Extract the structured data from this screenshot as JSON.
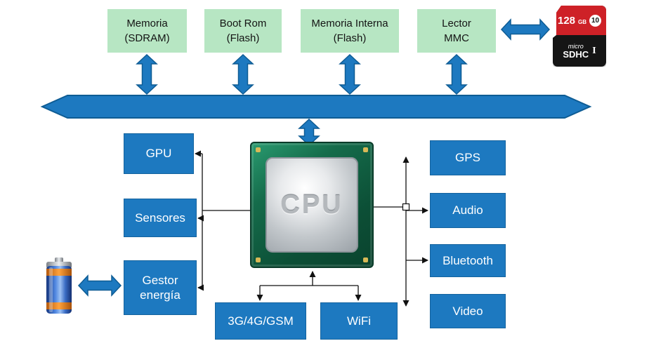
{
  "diagram": {
    "memory_blocks": [
      {
        "line1": "Memoria",
        "line2": "(SDRAM)"
      },
      {
        "line1": "Boot Rom",
        "line2": "(Flash)"
      },
      {
        "line1": "Memoria Interna",
        "line2": "(Flash)"
      },
      {
        "line1": "Lector",
        "line2": "MMC"
      }
    ],
    "cpu": {
      "label": "CPU"
    },
    "left_blocks": [
      {
        "label": "GPU"
      },
      {
        "label": "Sensores"
      },
      {
        "label": "Gestor energía"
      }
    ],
    "right_blocks": [
      {
        "label": "GPS"
      },
      {
        "label": "Audio"
      },
      {
        "label": "Bluetooth"
      },
      {
        "label": "Video"
      }
    ],
    "bottom_blocks": [
      {
        "label": "3G/4G/GSM"
      },
      {
        "label": "WiFi"
      }
    ],
    "sd_card": {
      "capacity": "128",
      "capacity_unit": "GB",
      "speed_class": "10",
      "brand": "micro",
      "type": "SDHC",
      "uhs": "I"
    },
    "colors": {
      "block_blue": "#1d79c0",
      "block_green": "#b7e6c3",
      "arrow_blue": "#1d79c0",
      "arrow_outline": "#0e5c94",
      "sd_red": "#ce2127"
    }
  }
}
